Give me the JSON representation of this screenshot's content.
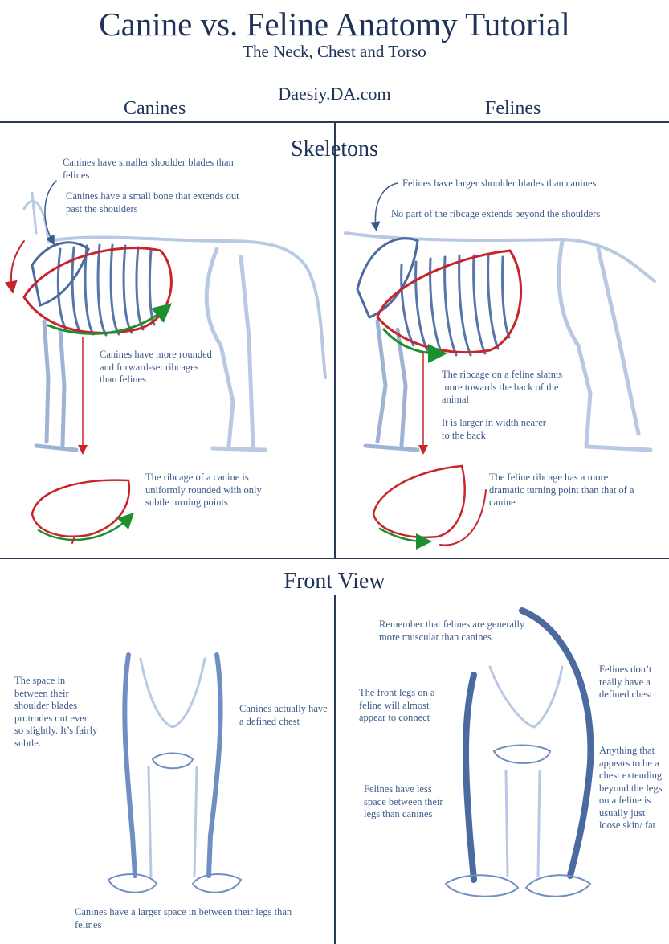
{
  "header": {
    "title": "Canine vs. Feline Anatomy Tutorial",
    "subtitle": "The Neck, Chest and Torso",
    "site": "Daesiy.DA.com",
    "col_left": "Canines",
    "col_right": "Felines"
  },
  "sections": {
    "skeletons": "Skeletons",
    "front_view": "Front View"
  },
  "skeletons": {
    "canine_notes": [
      "Canines have smaller shoulder blades than felines",
      "Canines have a small bone that extends out past the shoulders",
      "Canines have more rounded and forward-set ribcages than felines",
      "The ribcage of a canine is uniformly rounded with only subtle turning points"
    ],
    "feline_notes": [
      "Felines have larger shoulder blades than canines",
      "No part of the ribcage extends beyond the shoulders",
      "The ribcage on a feline slatnts more towards the back of the animal",
      "It is larger in width nearer to the back",
      "The feline ribcage has a more dramatic turning point than that of a canine"
    ]
  },
  "front_view": {
    "canine_notes": [
      "The space in between their shoulder blades protrudes out ever so slightly. It’s fairly subtle.",
      "Canines actually have a defined chest",
      "Canines have a larger space in between their legs than felines"
    ],
    "feline_notes": [
      "Remember that felines are generally more muscular than canines",
      "The front legs on a feline will almost appear to connect",
      "Felines have less space between their legs than canines",
      "Felines don’t really have a defined chest",
      "Anything that appears to be a chest extending beyond the legs on a feline is usually just loose skin/ fat"
    ]
  },
  "colors": {
    "ink": "#1f3358",
    "sketch": "#6f8fc4",
    "sketch_light": "#b9c9e3",
    "ribcage_red": "#c8252b",
    "ribcage_green": "#1e8f2e"
  }
}
